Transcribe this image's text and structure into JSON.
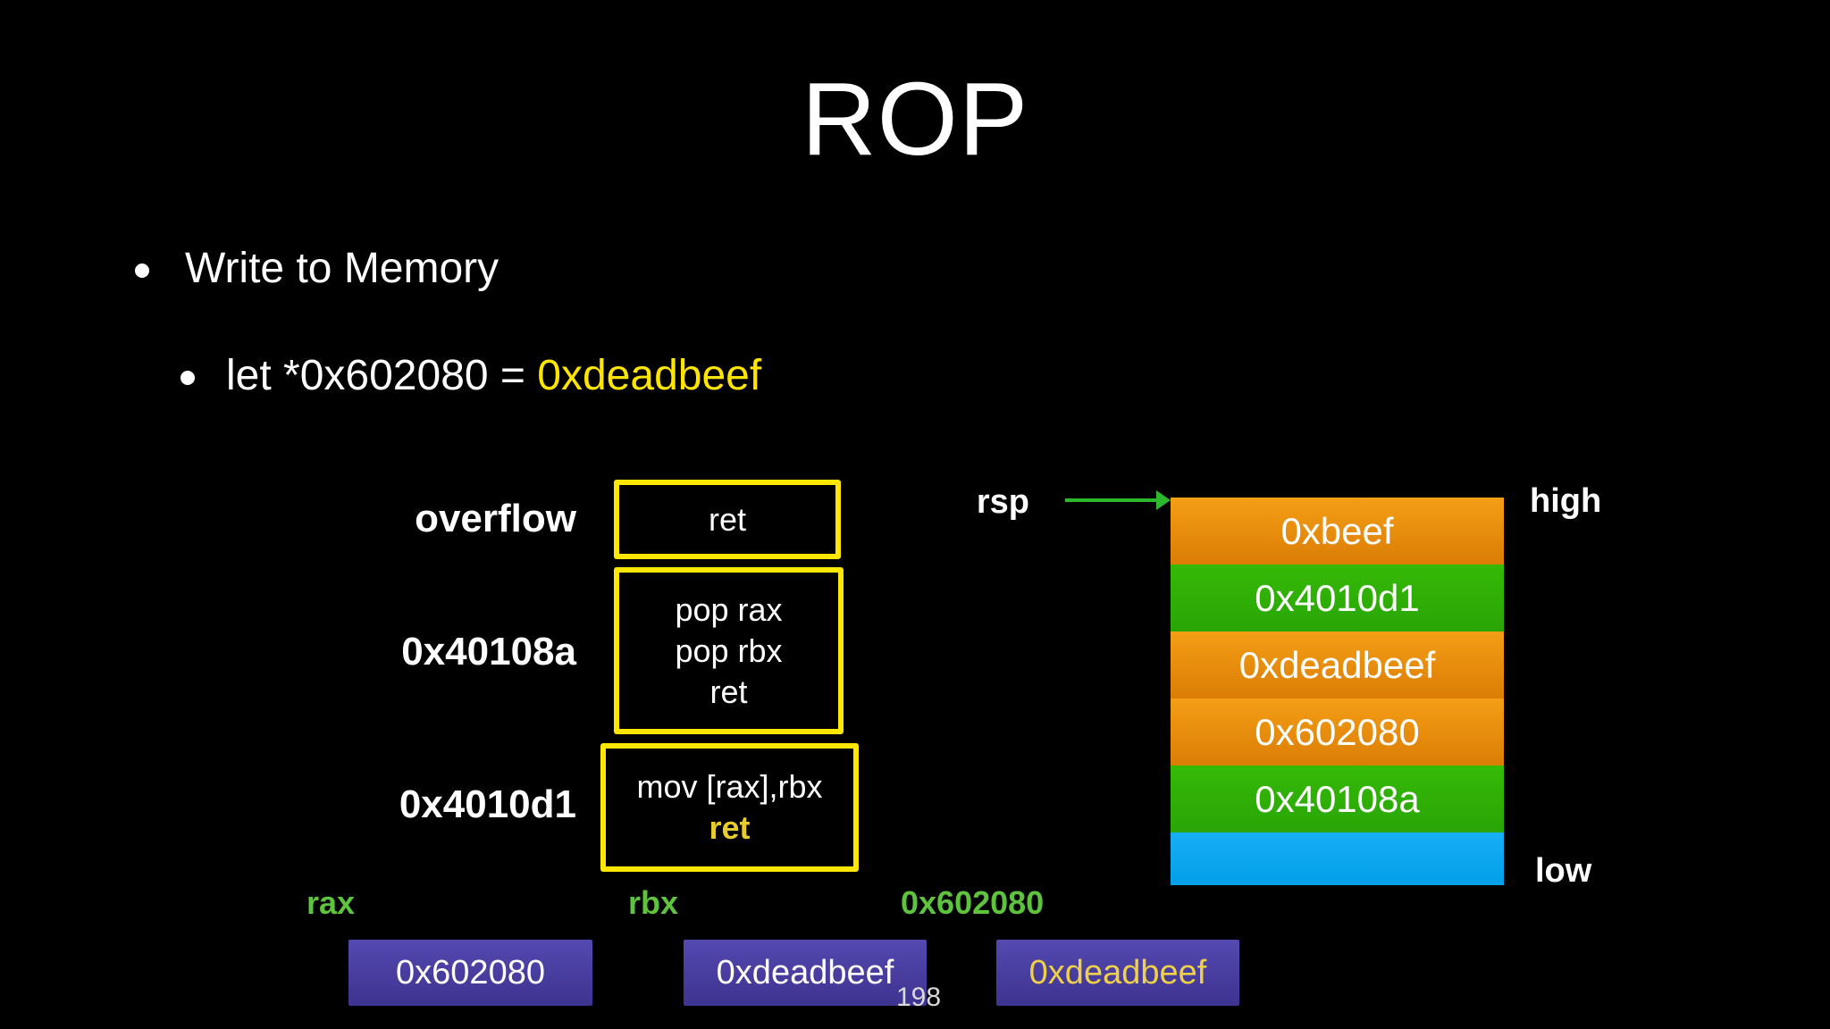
{
  "slide": {
    "title": "ROP",
    "page_number": "198",
    "bullets": {
      "level1": "Write to Memory",
      "level2_prefix": "let *0x602080 = ",
      "level2_highlight": "0xdeadbeef"
    }
  },
  "gadgets": [
    {
      "label": "overflow",
      "lines": [
        "ret"
      ]
    },
    {
      "label": "0x40108a",
      "lines": [
        "pop rax",
        "pop rbx",
        "ret"
      ]
    },
    {
      "label": "0x4010d1",
      "lines": [
        "mov [rax],rbx",
        "ret"
      ]
    }
  ],
  "stack": {
    "pointer_label": "rsp",
    "high_label": "high",
    "low_label": "low",
    "cells": [
      {
        "value": "0xbeef",
        "color": "orange"
      },
      {
        "value": "0x4010d1",
        "color": "green"
      },
      {
        "value": "0xdeadbeef",
        "color": "orange"
      },
      {
        "value": "0x602080",
        "color": "orange"
      },
      {
        "value": "0x40108a",
        "color": "green"
      },
      {
        "value": "",
        "color": "blue"
      }
    ]
  },
  "registers": [
    {
      "label": "rax",
      "value": "0x602080",
      "value_color": "white"
    },
    {
      "label": "rbx",
      "value": "0xdeadbeef",
      "value_color": "white"
    },
    {
      "label": "0x602080",
      "value": "0xdeadbeef",
      "value_color": "gold"
    }
  ],
  "colors": {
    "accent_yellow": "#ffe703",
    "bright_yellow": "#fee500",
    "gold": "#e7cc2e",
    "box_gold": "#eed049",
    "label_green": "#5ec43d",
    "arrow_green": "#2db92d",
    "cell_orange_top": "#f49e16",
    "cell_orange_bottom": "#db7d05",
    "cell_green_top": "#36b907",
    "cell_green_bottom": "#29a506",
    "cell_blue_top": "#18aef5",
    "cell_blue_bottom": "#019fe8",
    "register_purple_top": "#5349b0",
    "register_purple_bottom": "#3e3390",
    "page_number_gray": "#d9d9d9"
  }
}
